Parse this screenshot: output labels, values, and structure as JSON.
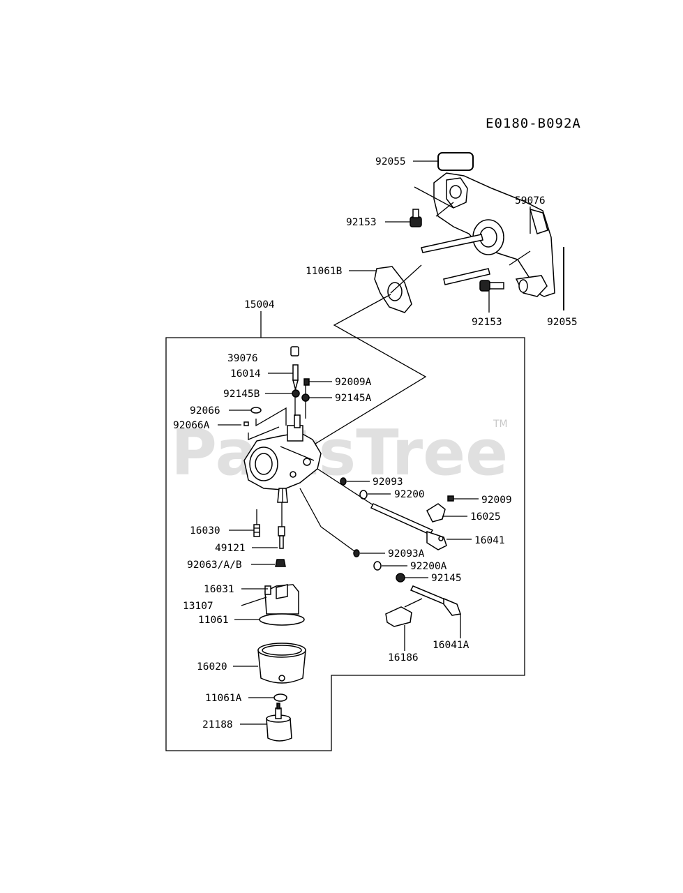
{
  "diagram_code": "E0180-B092A",
  "watermark": {
    "text": "PartsTree",
    "mark": "TM"
  },
  "callouts": {
    "c92055a": "92055",
    "c59076": "59076",
    "c92153a": "92153",
    "c11061B": "11061B",
    "c92153b": "92153",
    "c92055b": "92055",
    "c15004": "15004",
    "c39076": "39076",
    "c16014": "16014",
    "c92009A": "92009A",
    "c92145B": "92145B",
    "c92145A": "92145A",
    "c92066": "92066",
    "c92066A": "92066A",
    "c92093": "92093",
    "c92200": "92200",
    "c92009": "92009",
    "c16025": "16025",
    "c16030": "16030",
    "c16041": "16041",
    "c49121": "49121",
    "c92093A": "92093A",
    "c92063": "92063/A/B",
    "c92200A": "92200A",
    "c92145": "92145",
    "c16031": "16031",
    "c13107": "13107",
    "c11061": "11061",
    "c16186": "16186",
    "c16041A": "16041A",
    "c16020": "16020",
    "c11061A": "11061A",
    "c21188": "21188"
  }
}
